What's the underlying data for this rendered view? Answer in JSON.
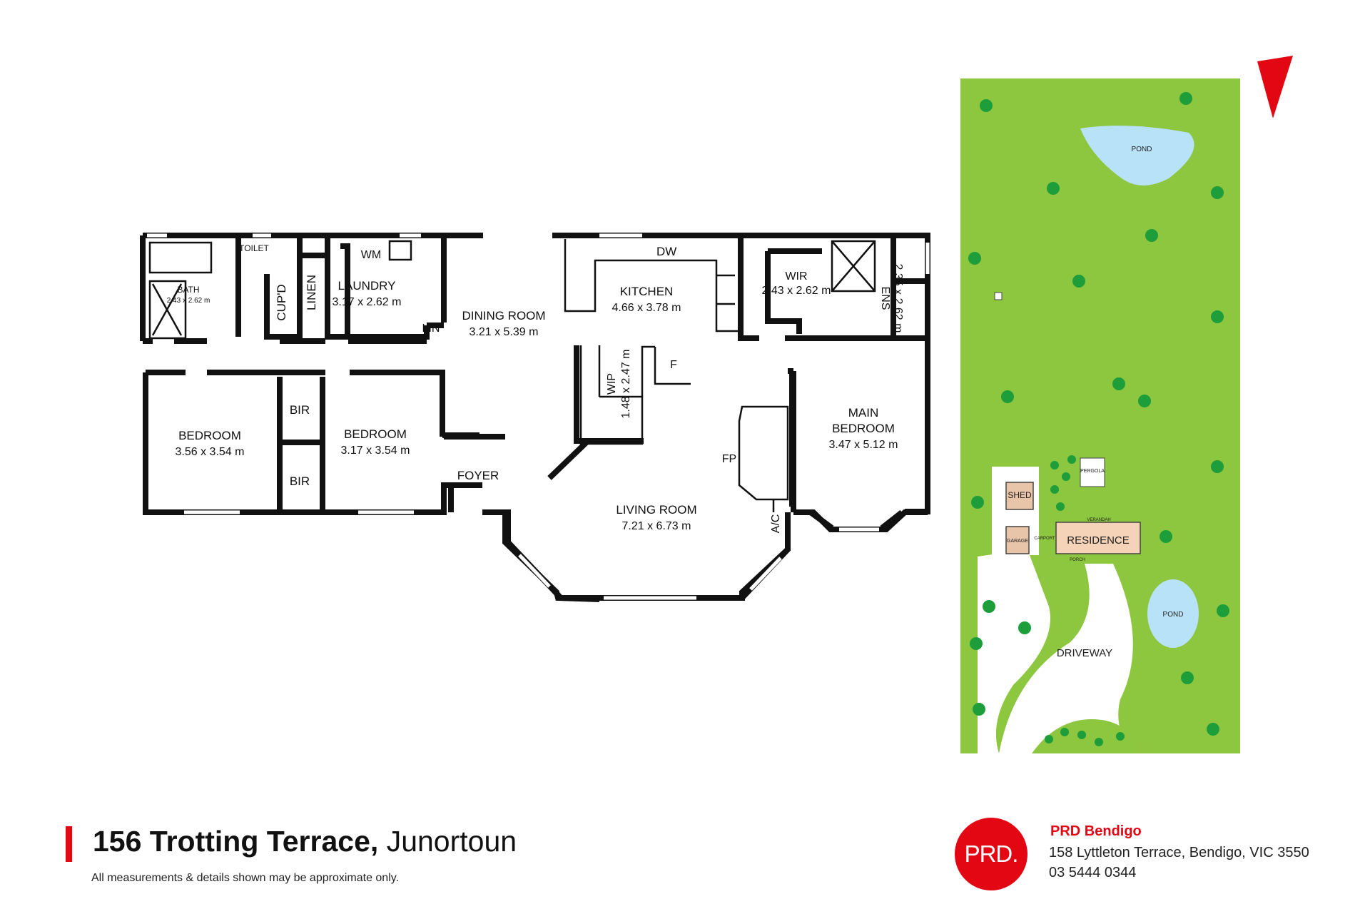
{
  "rooms": {
    "toilet": "TOILET",
    "bath": "BATH",
    "bath_dim": "2.43 x 2.62 m",
    "wm": "WM",
    "laundry": "LAUNDRY",
    "laundry_dim": "3.17 x 2.62 m",
    "linen": "LINEN",
    "cupd": "CUP'D",
    "lin": "LIN",
    "dining": "DINING ROOM",
    "dining_dim": "3.21 x 5.39 m",
    "kitchen": "KITCHEN",
    "kitchen_dim": "4.66 x 3.78 m",
    "dw": "DW",
    "wir": "WIR",
    "wir_dim": "2.43 x 2.62 m",
    "ens": "ENS",
    "ens_dim": "2.35 x 2.62 m",
    "wip": "WIP",
    "wip_dim": "1.48 x 2.47 m",
    "fridge": "F",
    "bedroom1": "BEDROOM",
    "bedroom1_dim": "3.56 x 3.54 m",
    "bir1": "BIR",
    "bir2": "BIR",
    "bedroom2": "BEDROOM",
    "bedroom2_dim": "3.17 x 3.54 m",
    "foyer": "FOYER",
    "living": "LIVING ROOM",
    "living_dim": "7.21 x 6.73 m",
    "fp": "FP",
    "ac": "A/C",
    "main_bed_1": "MAIN",
    "main_bed_2": "BEDROOM",
    "main_bed_dim": "3.47 x 5.12 m"
  },
  "site": {
    "pond1": "POND",
    "pond2": "POND",
    "shed": "SHED",
    "garage": "GARAGE",
    "carport": "CARPORT",
    "pergola": "PERGOLA",
    "verandah": "VERANDAH",
    "residence": "RESIDENCE",
    "porch": "PORCH",
    "driveway": "DRIVEWAY",
    "north": "N",
    "colors": {
      "grass": "#8dc63f",
      "tree": "#1e9e3a",
      "pond": "#b8e2f8",
      "residence": "#f5d3b8",
      "building": "#e8c4a8",
      "north": "#e30613"
    }
  },
  "footer": {
    "address_bold": "156 Trotting Terrace,",
    "suburb": "Junortoun",
    "disclaimer": "All measurements & details shown may be approximate only.",
    "logo": "PRD.",
    "agency": "PRD Bendigo",
    "agency_address": "158 Lyttleton Terrace, Bendigo, VIC 3550",
    "phone": "03 5444 0344"
  }
}
